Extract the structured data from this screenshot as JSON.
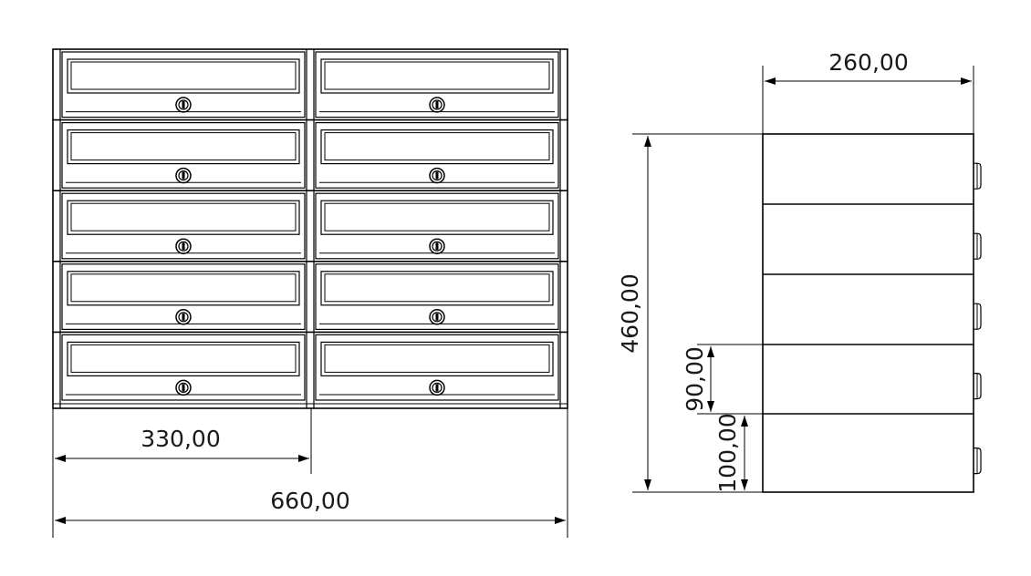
{
  "dimensions": {
    "front_module_width": "330,00",
    "front_total_width": "660,00",
    "side_depth": "260,00",
    "side_total_height": "460,00",
    "side_module_height_upper": "90,00",
    "side_module_height_lower": "100,00"
  },
  "front_view": {
    "columns": 2,
    "rows": 5
  },
  "side_view": {
    "rows": 5
  },
  "colors": {
    "line": "#000000",
    "background": "#ffffff"
  }
}
